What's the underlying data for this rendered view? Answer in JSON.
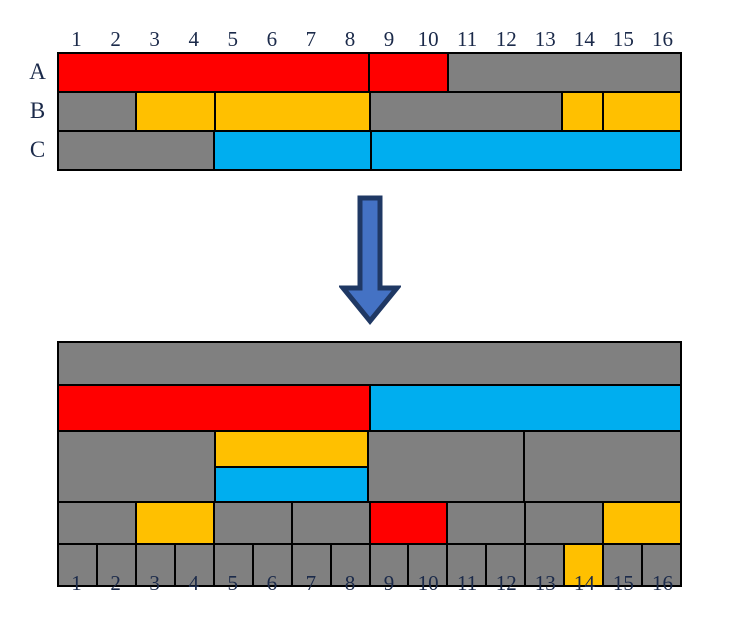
{
  "figure": {
    "palette": {
      "gray": "#808080",
      "red": "#ff0000",
      "yellow": "#ffc000",
      "blue": "#00aeef",
      "border": "#000000",
      "arrow_fill": "#4472c4",
      "arrow_stroke": "#1f3864",
      "label_color": "#1b2a4a",
      "background": "#ffffff"
    },
    "column_labels": [
      "1",
      "2",
      "3",
      "4",
      "5",
      "6",
      "7",
      "8",
      "9",
      "10",
      "11",
      "12",
      "13",
      "14",
      "15",
      "16"
    ],
    "top": {
      "row_labels": [
        "A",
        "B",
        "C"
      ],
      "rows": [
        {
          "name": "A",
          "blocks": [
            {
              "color": "gray",
              "span": 8,
              "label": ""
            },
            {
              "color": "red",
              "span": 2,
              "label": ""
            },
            {
              "color": "gray",
              "span": 6,
              "label": ""
            }
          ],
          "overlay": [
            {
              "color": "red",
              "start": 1,
              "span": 8
            }
          ]
        },
        {
          "name": "B",
          "blocks": [
            {
              "color": "gray",
              "span": 2,
              "label": ""
            },
            {
              "color": "yellow",
              "span": 2,
              "label": ""
            },
            {
              "color": "yellow",
              "span": 4,
              "label": ""
            },
            {
              "color": "gray",
              "span": 5,
              "label": ""
            },
            {
              "color": "yellow",
              "span": 1,
              "label": ""
            },
            {
              "color": "yellow",
              "span": 2,
              "label": ""
            }
          ]
        },
        {
          "name": "C",
          "blocks": [
            {
              "color": "gray",
              "span": 4,
              "label": ""
            },
            {
              "color": "blue",
              "span": 4,
              "label": ""
            },
            {
              "color": "blue",
              "span": 8,
              "label": ""
            }
          ]
        }
      ]
    },
    "arrow": {
      "direction": "down",
      "name": "transform-arrow"
    },
    "bottom": {
      "rows": [
        {
          "index": 1,
          "blocks": [
            {
              "color": "gray",
              "span": 16,
              "label": ""
            }
          ]
        },
        {
          "index": 2,
          "blocks": [
            {
              "color": "red",
              "span": 8,
              "label": ""
            },
            {
              "color": "blue",
              "span": 8,
              "label": ""
            }
          ]
        },
        {
          "index": 3,
          "blocks": [
            {
              "color": "gray",
              "span": 4,
              "label": ""
            },
            {
              "color": "split",
              "span": 4,
              "label": "",
              "stack": [
                "yellow",
                "blue"
              ]
            },
            {
              "color": "gray",
              "span": 4,
              "label": ""
            },
            {
              "color": "gray",
              "span": 4,
              "label": ""
            }
          ]
        },
        {
          "index": 4,
          "blocks": [
            {
              "color": "gray",
              "span": 2,
              "label": ""
            },
            {
              "color": "yellow",
              "span": 2,
              "label": ""
            },
            {
              "color": "gray",
              "span": 2,
              "label": ""
            },
            {
              "color": "gray",
              "span": 2,
              "label": ""
            },
            {
              "color": "red",
              "span": 2,
              "label": ""
            },
            {
              "color": "gray",
              "span": 2,
              "label": ""
            },
            {
              "color": "gray",
              "span": 2,
              "label": ""
            },
            {
              "color": "yellow",
              "span": 2,
              "label": ""
            }
          ]
        },
        {
          "index": 5,
          "blocks": [
            {
              "color": "gray",
              "span": 1,
              "label": ""
            },
            {
              "color": "gray",
              "span": 1,
              "label": ""
            },
            {
              "color": "gray",
              "span": 1,
              "label": ""
            },
            {
              "color": "gray",
              "span": 1,
              "label": ""
            },
            {
              "color": "gray",
              "span": 1,
              "label": ""
            },
            {
              "color": "gray",
              "span": 1,
              "label": ""
            },
            {
              "color": "gray",
              "span": 1,
              "label": ""
            },
            {
              "color": "gray",
              "span": 1,
              "label": ""
            },
            {
              "color": "gray",
              "span": 1,
              "label": ""
            },
            {
              "color": "gray",
              "span": 1,
              "label": ""
            },
            {
              "color": "gray",
              "span": 1,
              "label": ""
            },
            {
              "color": "gray",
              "span": 1,
              "label": ""
            },
            {
              "color": "gray",
              "span": 1,
              "label": ""
            },
            {
              "color": "yellow",
              "span": 1,
              "label": ""
            },
            {
              "color": "gray",
              "span": 1,
              "label": ""
            },
            {
              "color": "gray",
              "span": 1,
              "label": ""
            }
          ]
        }
      ]
    }
  }
}
